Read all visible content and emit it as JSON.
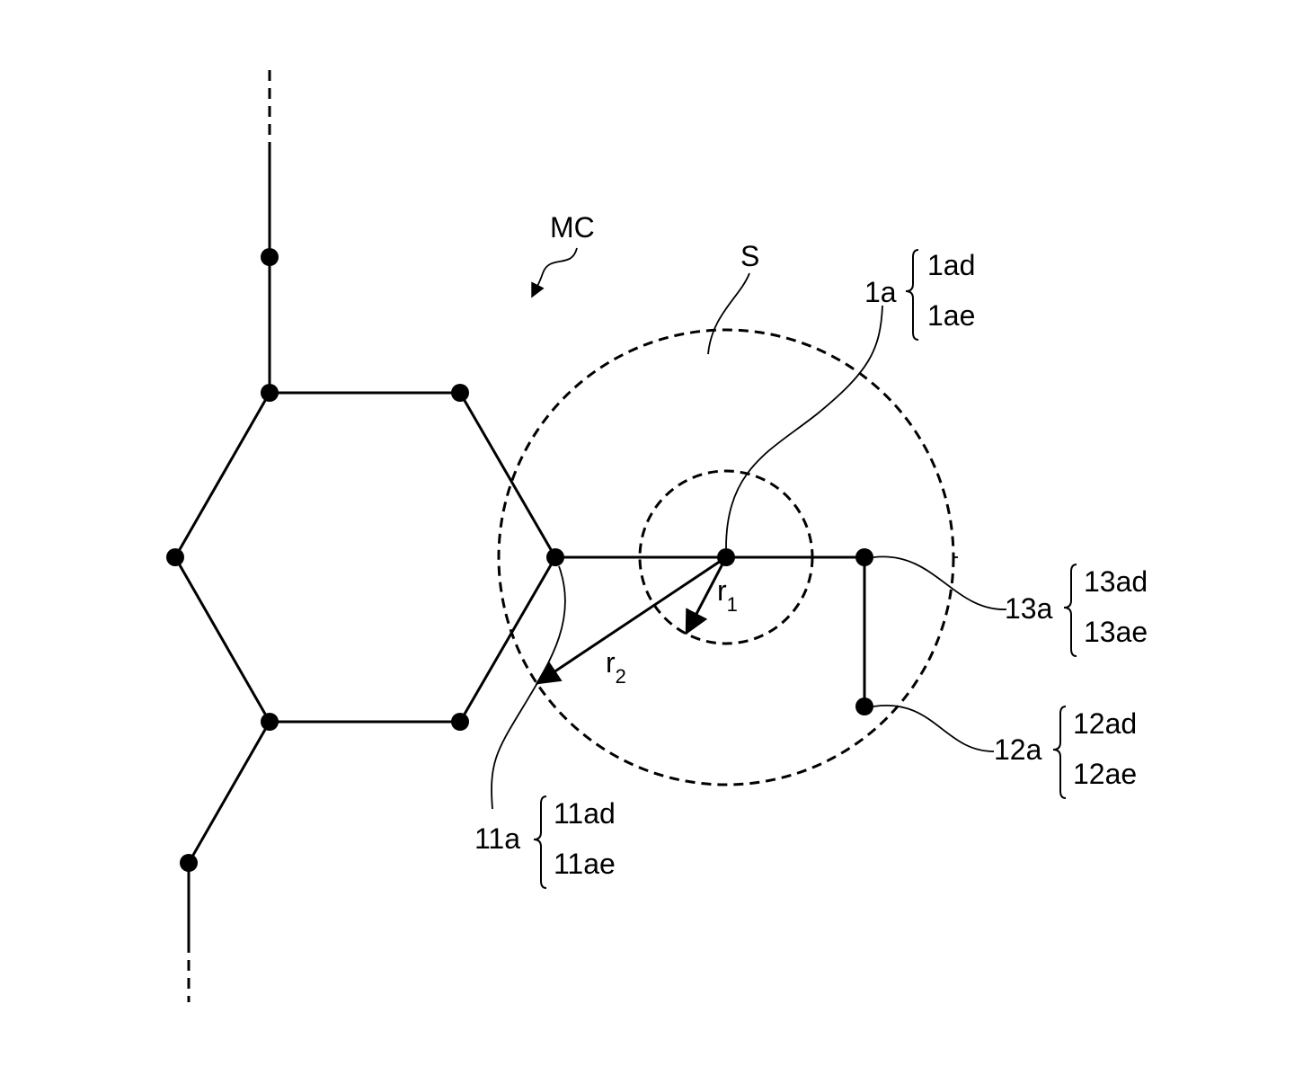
{
  "figure": {
    "molecule_label": "MC",
    "region_label": "S",
    "radius_inner_label": "r",
    "radius_inner_sub": "1",
    "radius_outer_label": "r",
    "radius_outer_sub": "2"
  },
  "reference_atoms": [
    {
      "label": "1a",
      "items": [
        "1ad",
        "1ae"
      ]
    },
    {
      "label": "13a",
      "items": [
        "13ad",
        "13ae"
      ]
    },
    {
      "label": "12a",
      "items": [
        "12ad",
        "12ae"
      ]
    },
    {
      "label": "11a",
      "items": [
        "11ad",
        "11ae"
      ]
    }
  ],
  "colors": {
    "ink": "#000000",
    "background": "#ffffff"
  }
}
